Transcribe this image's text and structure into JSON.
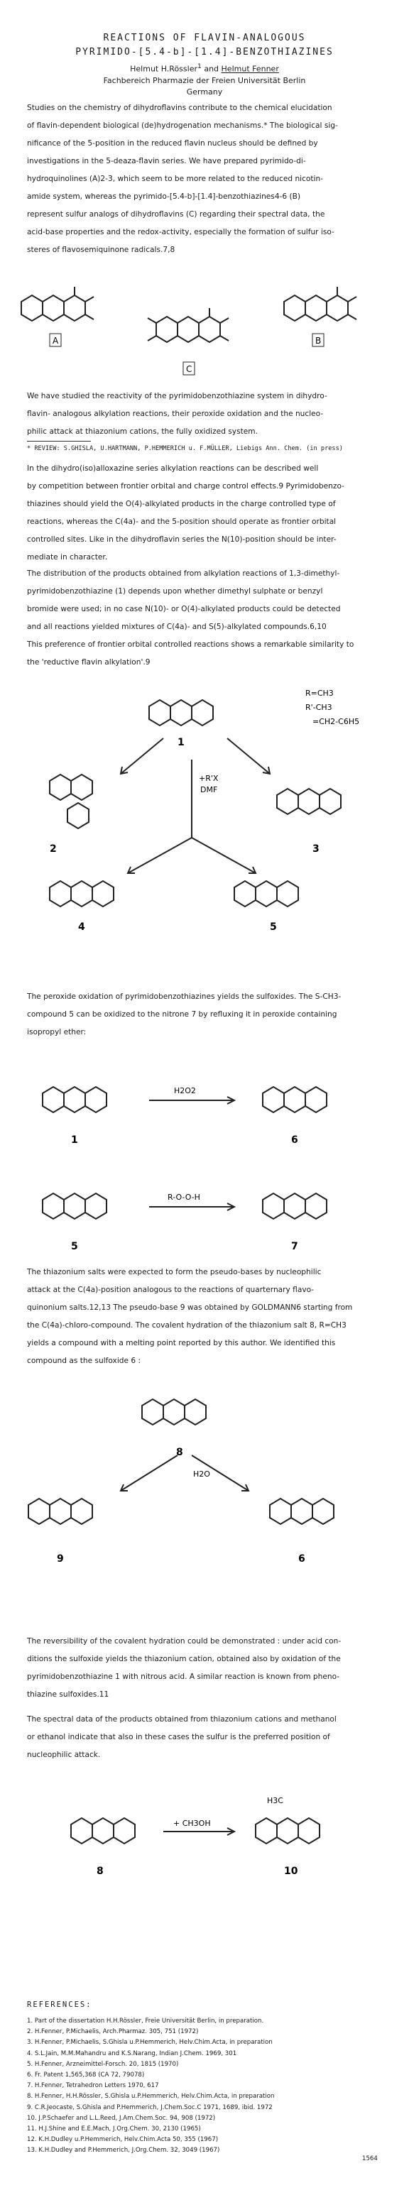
{
  "header": {
    "title_line1": "REACTIONS OF FLAVIN-ANALOGOUS",
    "title_line2": "PYRIMIDO-[5.4-b]-[1.4]-BENZOTHIAZINES",
    "authors": {
      "a1": "Helmut H.Rössler",
      "sup": "1",
      "and": "and",
      "a2": "Helmut Fenner"
    },
    "affiliation": "Fachbereich Pharmazie der Freien Universität Berlin",
    "country": "Germany"
  },
  "paragraphs": {
    "p1": [
      "Studies on the chemistry of dihydroflavins contribute to the chemical elucidation",
      "of flavin-dependent biological (de)hydrogenation mechanisms.* The biological sig-",
      "nificance of the 5-position in the reduced flavin nucleus should be defined by",
      "investigations in the 5-deaza-flavin series. We have prepared pyrimido-di-",
      "hydroquinolines (A)2-3, which seem to be more related to the reduced nicotin-",
      "amide system, whereas the pyrimido-[5.4-b]-[1.4]-benzothiazines4-6 (B)",
      "represent sulfur analogs of dihydroflavins (C) regarding their spectral data, the",
      "acid-base properties and the redox-activity, especially the formation of sulfur iso-",
      "steres of flavosemiquinone radicals.7,8"
    ],
    "p2": [
      "We have studied the reactivity of the pyrimidobenzothiazine system in dihydro-",
      "flavin- analogous alkylation reactions, their peroxide oxidation and the nucleo-",
      "philic attack at thiazonium cations, the fully oxidized system."
    ],
    "footnote": "* REVIEW: S.GHISLA, U.HARTMANN, P.HEMMERICH u. F.MÜLLER, Liebigs Ann. Chem. (in press)",
    "p3": [
      "In the dihydro(iso)alloxazine series alkylation reactions can be described well",
      "by competition between frontier orbital and charge control effects.9 Pyrimidobenzo-",
      "thiazines should yield the O(4)-alkylated products in the charge controlled type of",
      "reactions, whereas the C(4a)- and the 5-position should operate as frontier orbital",
      "controlled sites. Like in the dihydroflavin series the N(10)-position should be inter-",
      "mediate in character."
    ],
    "p4": [
      "The distribution of the products obtained from alkylation reactions of 1,3-dimethyl-",
      "pyrimidobenzothiazine (1) depends upon whether dimethyl sulphate or benzyl",
      "bromide were used; in no case N(10)- or O(4)-alkylated products could be detected",
      "and all reactions yielded mixtures of C(4a)- and S(5)-alkylated compounds.6,10",
      "This preference of frontier orbital controlled reactions shows a remarkable similarity to",
      "the 'reductive flavin alkylation'.9"
    ],
    "p5": [
      "The peroxide oxidation of pyrimidobenzothiazines yields the sulfoxides. The S-CH3-",
      "compound 5 can be oxidized to the nitrone 7 by refluxing it in peroxide containing",
      "isopropyl ether:"
    ],
    "p6": [
      "The thiazonium salts were expected to form the pseudo-bases by nucleophilic",
      "attack at the C(4a)-position analogous to the reactions of quarternary flavo-",
      "quinonium salts.12,13 The pseudo-base 9 was obtained by GOLDMANN6 starting from",
      "the C(4a)-chloro-compound. The covalent hydration of the thiazonium salt 8, R=CH3",
      "yields a compound with a melting point reported by this author. We identified this",
      "compound as the sulfoxide 6 :"
    ],
    "p7": [
      "The reversibility of the covalent hydration could be demonstrated : under acid con-",
      "ditions the sulfoxide yields the thiazonium cation, obtained also by oxidation of the",
      "pyrimidobenzothiazine 1 with nitrous acid. A similar reaction is known from pheno-",
      "thiazine sulfoxides.11"
    ],
    "p8": [
      "The spectral data of the products obtained from thiazonium cations and methanol",
      "or ethanol indicate that also in these cases  the sulfur is the preferred position of",
      "nucleophilic attack."
    ]
  },
  "scheme_labels": {
    "A": "A",
    "B": "B",
    "C": "C",
    "reagents": [
      "R=CH3",
      "R'-CH3",
      "=CH2-C6H5"
    ],
    "rx": "+R'X",
    "dmf": "DMF",
    "h2o2": "H2O2",
    "rooh": "R-O-O-H",
    "h2o": "H2O",
    "ch3oh": "+ CH3OH",
    "h3co": "H3C",
    "compounds": [
      "1",
      "2",
      "3",
      "4",
      "5",
      "1",
      "6",
      "5",
      "7",
      "8",
      "9",
      "6",
      "8",
      "10"
    ]
  },
  "references": {
    "heading": "REFERENCES:",
    "items": [
      "1. Part of the dissertation H.H.Rössler, Freie Universität Berlin, in preparation.",
      "2. H.Fenner, P.Michaelis, Arch.Pharmaz. 305, 751 (1972)",
      "3. H.Fenner, P.Michaelis, S.Ghisla u.P.Hemmerich, Helv.Chim.Acta, in preparation",
      "4. S.L.Jain, M.M.Mahandru and K.S.Narang, Indian J.Chem. 1969, 301",
      "5. H.Fenner, Arzneimittel-Forsch. 20, 1815 (1970)",
      "6. Fr. Patent 1,565,368 (CA 72, 79078)",
      "7. H.Fenner, Tetrahedron Letters 1970, 617",
      "8. H.Fenner, H.H.Rössler, S.Ghisla u.P.Hemmerich, Helv.Chim.Acta, in preparation",
      "9. C.R.Jeocaste, S.Ghisla and P.Hemmerich, J.Chem.Soc.C 1971, 1689, ibid. 1972",
      "10. J.P.Schaefer and L.L.Reed, J.Am.Chem.Soc. 94, 908 (1972)",
      "11. H.J.Shine and E.E.Mach, J.Org.Chem. 30, 2130 (1965)",
      "12. K.H.Dudley u.P.Hemmerich, Helv.Chim.Acta 50, 355 (1967)",
      "13. K.H.Dudley and P.Hemmerich, J.Org.Chem. 32, 3049 (1967)"
    ],
    "page_number": "1564"
  }
}
